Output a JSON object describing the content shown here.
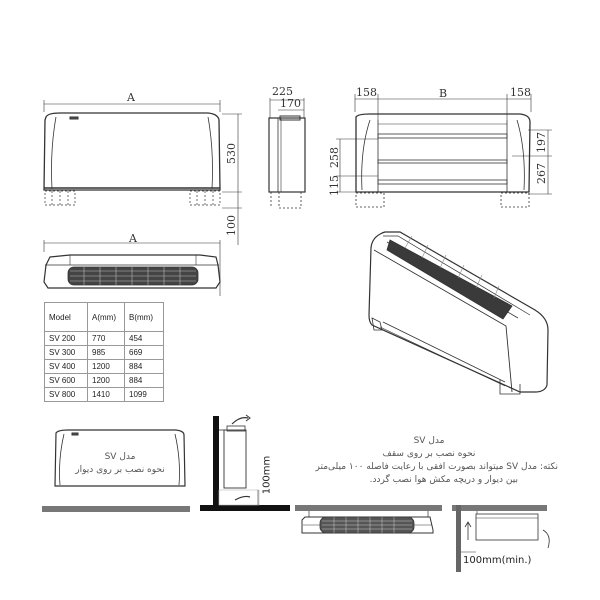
{
  "front_view": {
    "width_label": "A",
    "height_label": "530",
    "leg_height_label": "100"
  },
  "side_view": {
    "outer_depth_label": "225",
    "inner_depth_label": "170"
  },
  "back_view": {
    "left_margin_label": "158",
    "center_label": "B",
    "right_margin_label": "158",
    "top_label": "197",
    "bottom_label": "267",
    "left_upper_label": "258",
    "left_lower_label": "115"
  },
  "top_view": {
    "width_label": "A"
  },
  "spec_table": {
    "headers": [
      "Model",
      "A(mm)",
      "B(mm)"
    ],
    "rows": [
      [
        "SV 200",
        "770",
        "454"
      ],
      [
        "SV 300",
        "985",
        "669"
      ],
      [
        "SV 400",
        "1200",
        "884"
      ],
      [
        "SV 600",
        "1200",
        "884"
      ],
      [
        "SV 800",
        "1410",
        "1099"
      ]
    ]
  },
  "wall_mount": {
    "line1": "مدل SV",
    "line2": "نحوه نصب بر روی دیوار"
  },
  "floor_clearance": {
    "label": "100mm"
  },
  "ceiling_mount": {
    "line1": "مدل SV",
    "line2": "نحوه نصب بر روی سقف",
    "note_line1": "نکته: مدل SV میتواند بصورت افقی با رعایت فاصله ۱۰۰ میلی‌متر",
    "note_line2": "بین دیوار و دریچه مکش هوا نصب گردد."
  },
  "ceiling_clearance": {
    "label": "100mm(min.)"
  }
}
